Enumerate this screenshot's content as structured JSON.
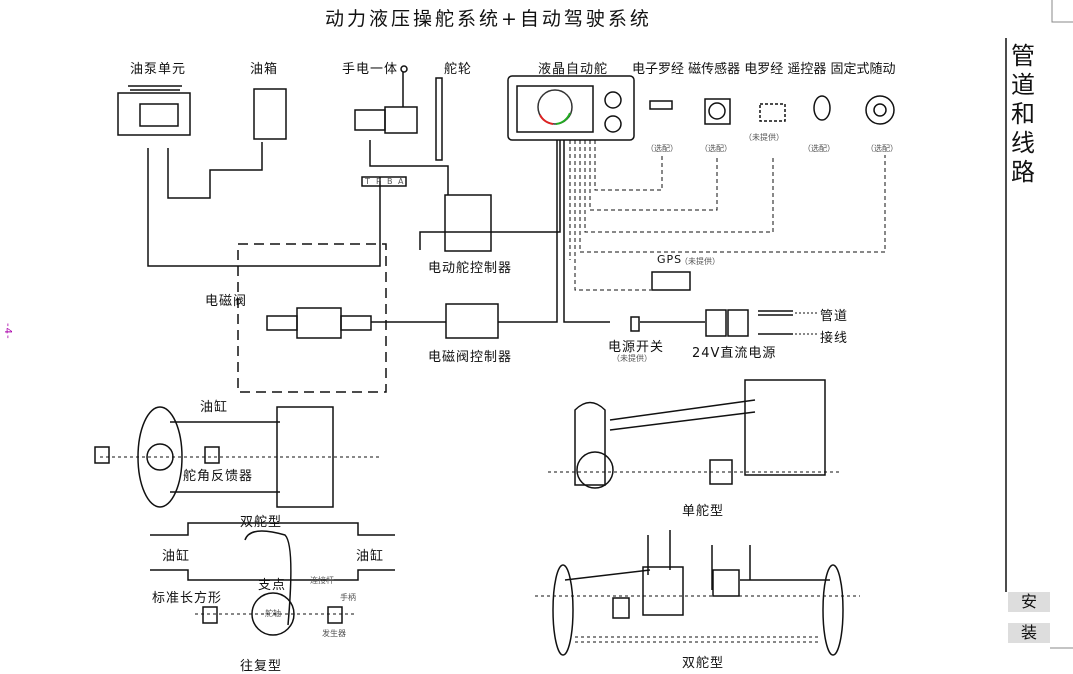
{
  "title": "动力液压操舵系统+自动驾驶系统",
  "side_title": "管道和线路",
  "side_tabs": [
    "安",
    "装"
  ],
  "page_number": "-4-",
  "components": {
    "pump_unit": "油泵单元",
    "oil_tank": "油箱",
    "hand_electric": "手电一体",
    "helm_wheel": "舵轮",
    "lcd_autopilot": "液晶自动舵",
    "sensors_header": "电子罗经 磁传感器 电罗经  遥控器 固定式随动",
    "optional": "（选配）",
    "not_supplied": "（未提供）",
    "electric_controller": "电动舵控制器",
    "solenoid_valve": "电磁阀",
    "solenoid_controller": "电磁阀控制器",
    "gps": "GPS",
    "gps_note": "（未提供）",
    "power_switch": "电源开关",
    "power_switch_note": "（未提供）",
    "dc_power": "24V直流电源",
    "cylinder": "油缸",
    "rudder_feedback": "舵角反馈器",
    "twin_rudder": "双舵型",
    "single_rudder": "单舵型",
    "reciprocating": "往复型",
    "pivot": "支点",
    "standard_rect": "标准长方形",
    "connecting_rod": "连接杆",
    "handle": "手柄",
    "transmitter": "发生器",
    "rudder_stock": "舵轴",
    "valve_ports": [
      "T",
      "P",
      "B",
      "A"
    ]
  },
  "legend": {
    "pipe": "管道",
    "wire": "接线"
  }
}
